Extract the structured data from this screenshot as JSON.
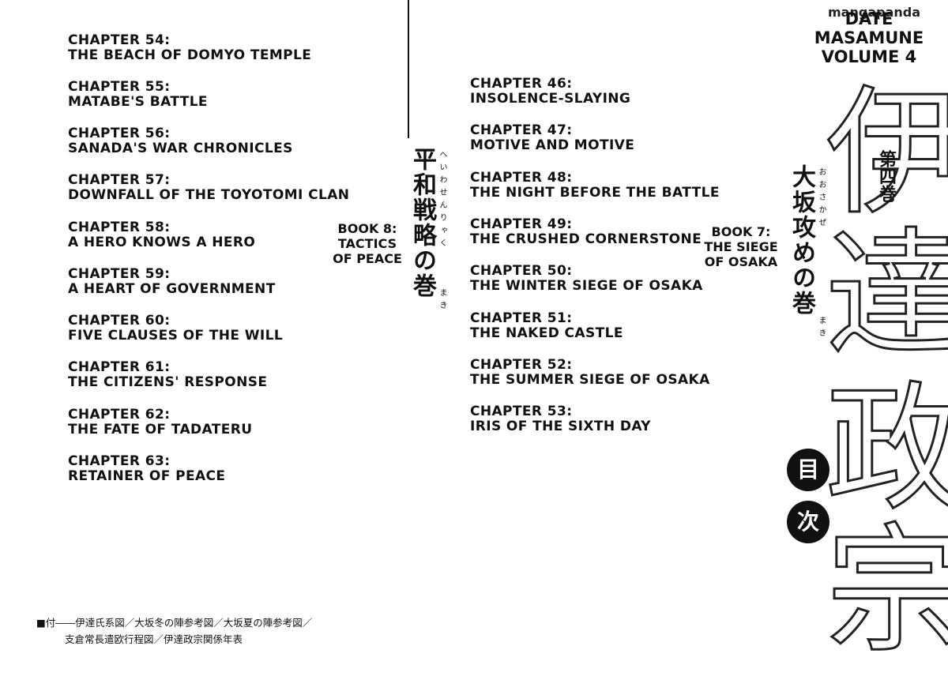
{
  "header": {
    "watermark": "mangapanda",
    "series_line1": "DATE",
    "series_line2": "MASAMUNE",
    "volume": "VOLUME 4"
  },
  "cover": {
    "big_title_chars": [
      "伊",
      "達",
      "政",
      "宗"
    ],
    "volume_jp": "第四巻",
    "contents_chars": [
      "目",
      "次"
    ]
  },
  "book7": {
    "label": "BOOK 7:\nTHE SIEGE\nOF OSAKA",
    "jp": "大坂攻めの巻",
    "furigana_top": "おおさかぜ",
    "furigana_bottom": "まき",
    "chapters": [
      {
        "num": "CHAPTER 46:",
        "title": "INSOLENCE-SLAYING"
      },
      {
        "num": "CHAPTER 47:",
        "title": "MOTIVE AND MOTIVE"
      },
      {
        "num": "CHAPTER 48:",
        "title": "THE NIGHT BEFORE THE BATTLE"
      },
      {
        "num": "CHAPTER 49:",
        "title": "THE CRUSHED CORNERSTONE"
      },
      {
        "num": "CHAPTER 50:",
        "title": "THE WINTER SIEGE OF OSAKA"
      },
      {
        "num": "CHAPTER 51:",
        "title": "THE NAKED CASTLE"
      },
      {
        "num": "CHAPTER 52:",
        "title": "THE SUMMER SIEGE OF OSAKA"
      },
      {
        "num": "CHAPTER 53:",
        "title": "IRIS OF THE SIXTH DAY"
      }
    ]
  },
  "book8": {
    "label": "BOOK 8:\nTACTICS\nOF PEACE",
    "jp": "平和戦略の巻",
    "furigana_top": "へいわせんりゃく",
    "furigana_bottom": "まき",
    "chapters": [
      {
        "num": "CHAPTER 54:",
        "title": "THE BEACH OF DOMYO TEMPLE"
      },
      {
        "num": "CHAPTER 55:",
        "title": "MATABE'S BATTLE"
      },
      {
        "num": "CHAPTER 56:",
        "title": "SANADA'S WAR CHRONICLES"
      },
      {
        "num": "CHAPTER 57:",
        "title": "DOWNFALL OF THE TOYOTOMI CLAN"
      },
      {
        "num": "CHAPTER 58:",
        "title": "A HERO KNOWS A HERO"
      },
      {
        "num": "CHAPTER 59:",
        "title": "A HEART OF GOVERNMENT"
      },
      {
        "num": "CHAPTER 60:",
        "title": "FIVE CLAUSES OF THE WILL"
      },
      {
        "num": "CHAPTER 61:",
        "title": "THE CITIZENS' RESPONSE"
      },
      {
        "num": "CHAPTER 62:",
        "title": "THE FATE OF TADATERU"
      },
      {
        "num": "CHAPTER 63:",
        "title": "RETAINER OF PEACE"
      }
    ]
  },
  "footnote": {
    "line1": "■付――伊達氏系図／大坂冬の陣参考図／大坂夏の陣参考図／",
    "line2": "支倉常長遣欧行程図／伊達政宗関係年表"
  }
}
